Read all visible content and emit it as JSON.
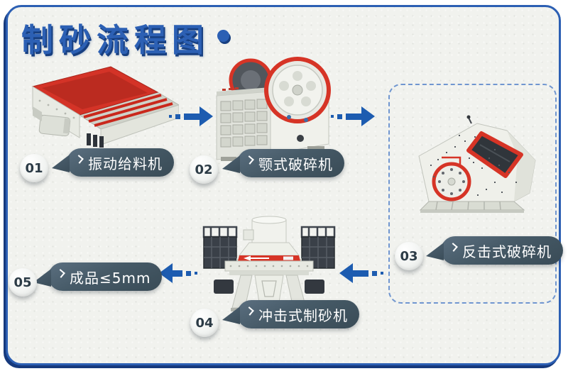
{
  "page": {
    "title": "制砂流程图",
    "frame_border_color": "#2c5fb3",
    "frame_shadow_color": "#16397c",
    "background_color": "#f1f2ee"
  },
  "colors": {
    "accent_blue": "#1d5cb0",
    "bubble_slate": "#42545f",
    "machine_red": "#d63426",
    "title_blue": "#2c60b4"
  },
  "steps": [
    {
      "number": "01",
      "label": "振动给料机",
      "machine": "vibrating-feeder"
    },
    {
      "number": "02",
      "label": "颚式破碎机",
      "machine": "jaw-crusher"
    },
    {
      "number": "03",
      "label": "反击式破碎机",
      "machine": "impact-crusher"
    },
    {
      "number": "04",
      "label": "冲击式制砂机",
      "machine": "impact-sand-maker"
    },
    {
      "number": "05",
      "label": "成品≤5mm",
      "machine": "finished-product"
    }
  ]
}
